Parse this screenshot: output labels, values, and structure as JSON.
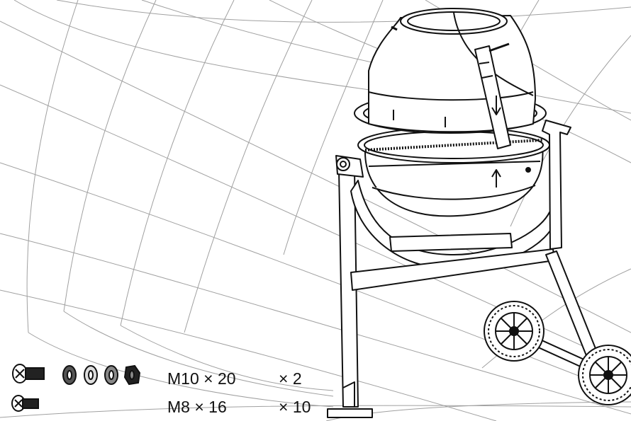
{
  "hardware": [
    {
      "spec": "M10 × 20",
      "qty": "× 2"
    },
    {
      "spec": "M8 × 16",
      "qty": "× 10"
    }
  ],
  "colors": {
    "line": "#111111",
    "grid": "#9a9a9a",
    "background": "#ffffff"
  },
  "icons": [
    "bolt-m10-icon",
    "spring-washer-icon",
    "flat-washer-icon",
    "large-washer-icon",
    "hex-nut-icon",
    "bolt-m8-icon"
  ]
}
